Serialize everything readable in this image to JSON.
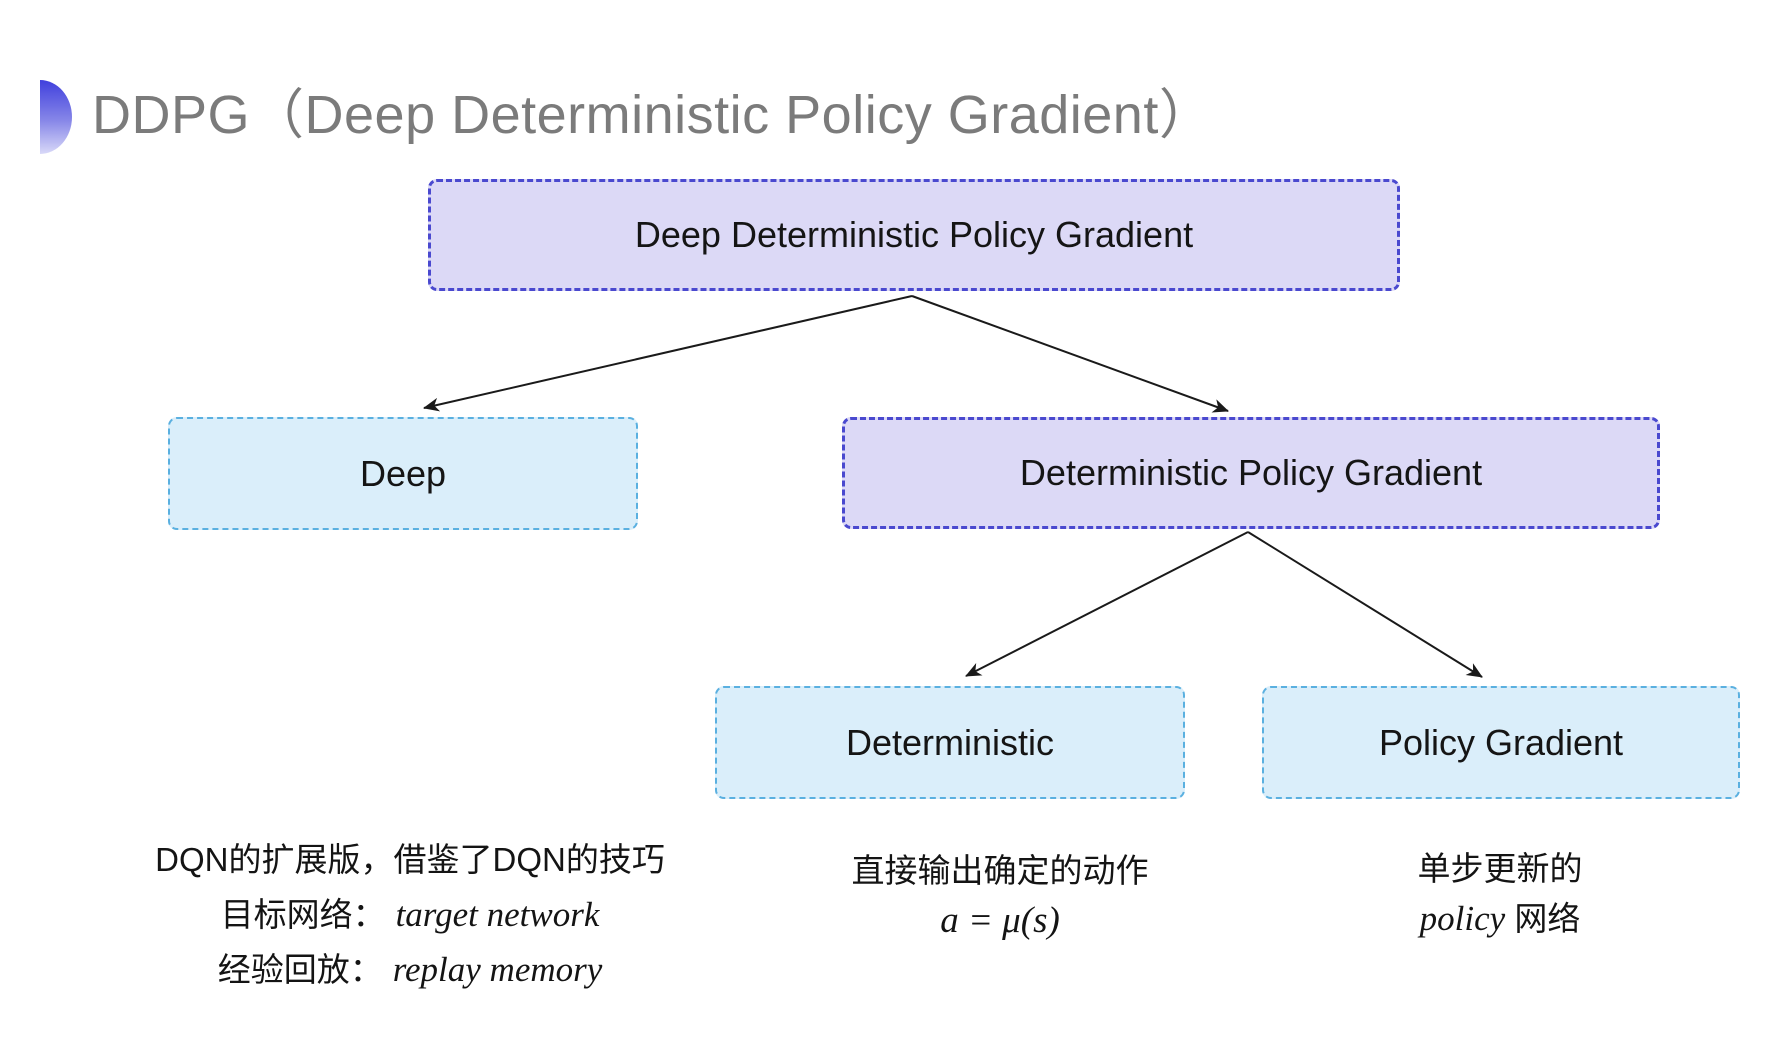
{
  "slide": {
    "title": "DDPG（Deep Deterministic Policy Gradient）",
    "title_icon": "half-disc-icon"
  },
  "tree": {
    "root": {
      "label": "Deep Deterministic Policy Gradient",
      "variant": "purple"
    },
    "deep": {
      "label": "Deep",
      "variant": "cyan"
    },
    "dpg": {
      "label": "Deterministic Policy Gradient",
      "variant": "purple"
    },
    "deterministic": {
      "label": "Deterministic",
      "variant": "cyan"
    },
    "policy_gradient": {
      "label": "Policy Gradient",
      "variant": "cyan"
    },
    "edges": [
      [
        "root",
        "deep"
      ],
      [
        "root",
        "dpg"
      ],
      [
        "dpg",
        "deterministic"
      ],
      [
        "dpg",
        "policy_gradient"
      ]
    ]
  },
  "notes": {
    "deep": {
      "line1": "DQN的扩展版，借鉴了DQN的技巧",
      "line2_label": "目标网络：",
      "line2_term": "target network",
      "line3_label": "经验回放：",
      "line3_term": "replay memory"
    },
    "deterministic": {
      "line1": "直接输出确定的动作",
      "formula": "a = μ(s)"
    },
    "policy_gradient": {
      "line1": "单步更新的",
      "line2_term": "policy",
      "line2_suffix": " 网络"
    }
  },
  "colors": {
    "title_gray": "#7b7b7b",
    "purple_fill": "#dcd9f6",
    "purple_border": "#4a49cf",
    "cyan_fill": "#daeefa",
    "cyan_border": "#5ab0e0",
    "arrow": "#1a1a1a",
    "icon_blue_top": "#4040dd",
    "icon_blue_bottom": "#d9d9f8",
    "text": "#161616"
  }
}
